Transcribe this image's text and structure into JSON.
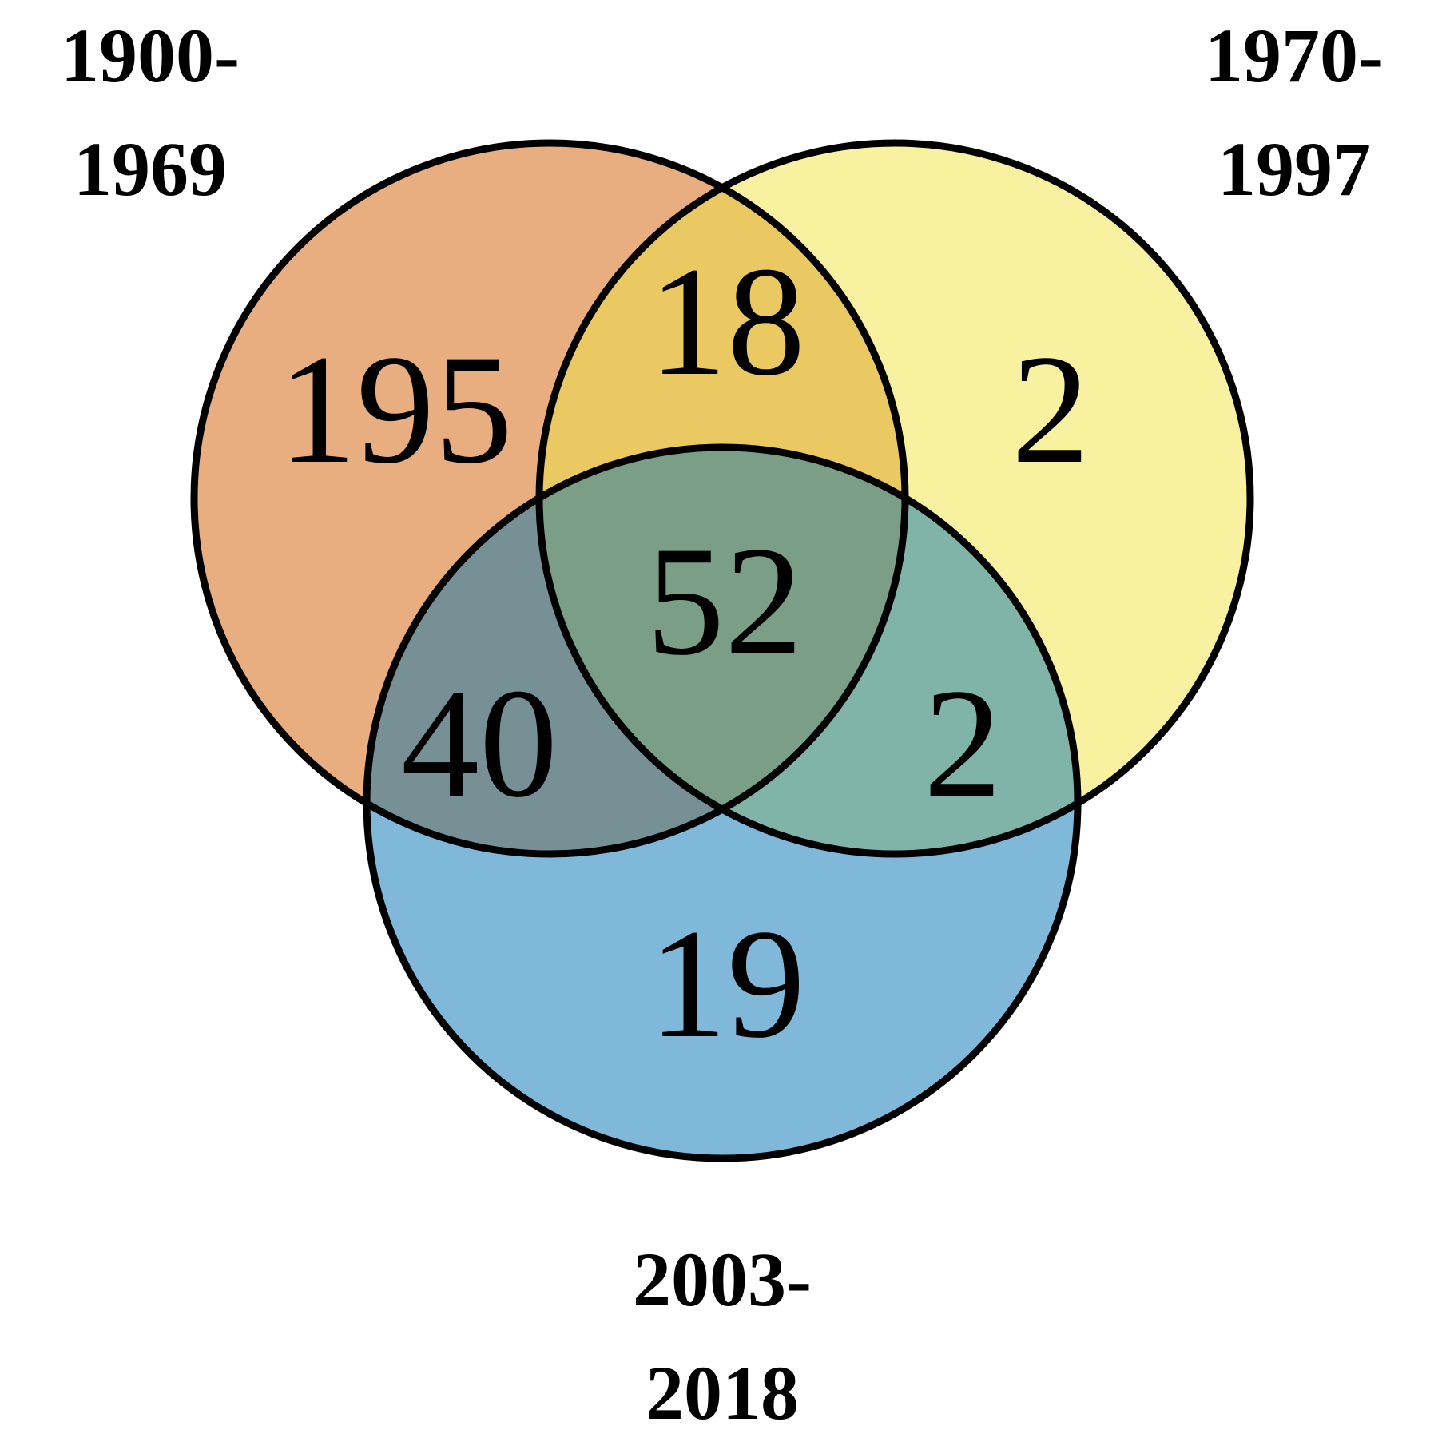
{
  "diagram": {
    "type": "venn-3",
    "sets": [
      {
        "id": "a",
        "label_lines": [
          "1900-",
          "1969"
        ],
        "color": "#E8AE80"
      },
      {
        "id": "b",
        "label_lines": [
          "1970-",
          "1997"
        ],
        "color": "#F8F2A0"
      },
      {
        "id": "c",
        "label_lines": [
          "2003-",
          "2018"
        ],
        "color": "#80B8DA"
      }
    ],
    "regions": {
      "a_only": "195",
      "b_only": "2",
      "c_only": "19",
      "ab_only": "18",
      "ac_only": "40",
      "bc_only": "2",
      "abc": "52"
    },
    "region_colors": {
      "ab_only": "#EAC862",
      "ac_only": "#769096",
      "bc_only": "#80B4A8",
      "abc": "#7A9E86"
    }
  }
}
